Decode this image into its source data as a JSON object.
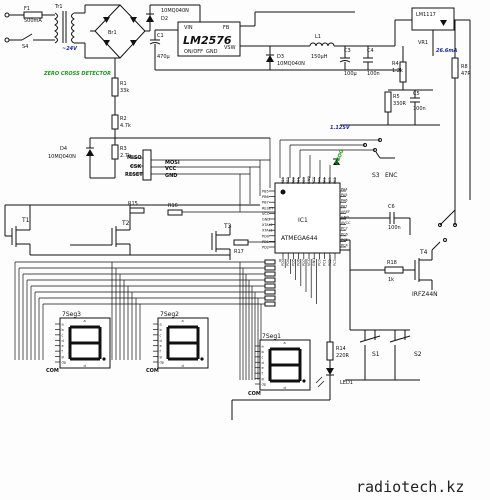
{
  "labels": {
    "fuse": "F1",
    "fuse_val": "500mA",
    "transformer": "Tr1",
    "voltage": "~24V",
    "s4": "S4",
    "bridge": "Br1",
    "d2": "D2",
    "d2_val": "10MQ040N",
    "c1": "C1",
    "c1_val": "470µ",
    "reg_ic": "LM2576",
    "reg_vin": "VIN",
    "reg_fb": "FB",
    "reg_onoff": "ON/OFF",
    "reg_gnd": "GND",
    "reg_vsw": "VSW",
    "l1": "L1",
    "l1_val": "150µH",
    "d3": "D3",
    "d3_val": "10MQ040N",
    "c3": "C3",
    "c3_val": "100µ",
    "c4": "C4",
    "c4_val": "100n",
    "vr1_ic": "LM1117",
    "vr1": "VR1",
    "current": "26.6mA",
    "r8": "R8",
    "r8_val": "47R",
    "r4": "R4",
    "r4_val": "1.2k",
    "r5": "R5",
    "r5_val": "330R",
    "c5": "C5",
    "c5_val": "100n",
    "zcd": "ZERO CROSS DETECTOR",
    "r1": "R1",
    "r1_val": "33k",
    "r2": "R2",
    "r2_val": "4.7k",
    "r3": "R3",
    "r3_val": "2.7k",
    "d4": "D4",
    "d4_val": "10MQ040N",
    "vref": "1.125V",
    "miso": "MISO",
    "mosi": "MOSI",
    "csk": "CSK",
    "vcc": "VCC",
    "reset": "RESET",
    "gnd": "GND",
    "prog": "PROG",
    "s3": "S3",
    "enc": "ENC",
    "c6": "C6",
    "c6_val": "100n",
    "r18": "R18",
    "r18_val": "1k",
    "t4": "T4",
    "t4_val": "IRFZ44N",
    "t1": "T1",
    "t2": "T2",
    "t3": "T3",
    "r15": "R15",
    "r16": "R16",
    "r17": "R17",
    "ic1": "IC1",
    "mcu": "ATMEGA644",
    "seg3": "7Seg3",
    "seg2": "7Seg2",
    "seg1": "7Seg1",
    "com": "COM",
    "r14": "R14",
    "r14_val": "220R",
    "led1": "LED1",
    "s1": "S1",
    "s2": "S2",
    "site": "radiotech.kz"
  },
  "ic_left_pins": [
    "PB5",
    "PB6",
    "PB7",
    "RESET",
    "VCC",
    "GND",
    "XTAL2",
    "XTAL1",
    "PD0",
    "PD1",
    "PD2"
  ],
  "ic_right_pins": [
    "PA4",
    "PA5",
    "PA6",
    "PA7",
    "AREF",
    "GND",
    "AVCC",
    "PC7",
    "PC6",
    "PC5",
    "PC4"
  ],
  "ic_top_pins": [
    "PB4",
    "PB3",
    "PB2",
    "PB1",
    "PB0",
    "GND",
    "VCC",
    "PA0",
    "PA1",
    "PA2",
    "PA3"
  ],
  "ic_bottom_pins": [
    "PD3",
    "PD4",
    "PD5",
    "PD6",
    "PD7",
    "VCC",
    "GND",
    "PC0",
    "PC1",
    "PC2",
    "PC3"
  ],
  "seg_pins": [
    "a",
    "b",
    "c",
    "d",
    "e",
    "f",
    "g",
    "dp"
  ]
}
